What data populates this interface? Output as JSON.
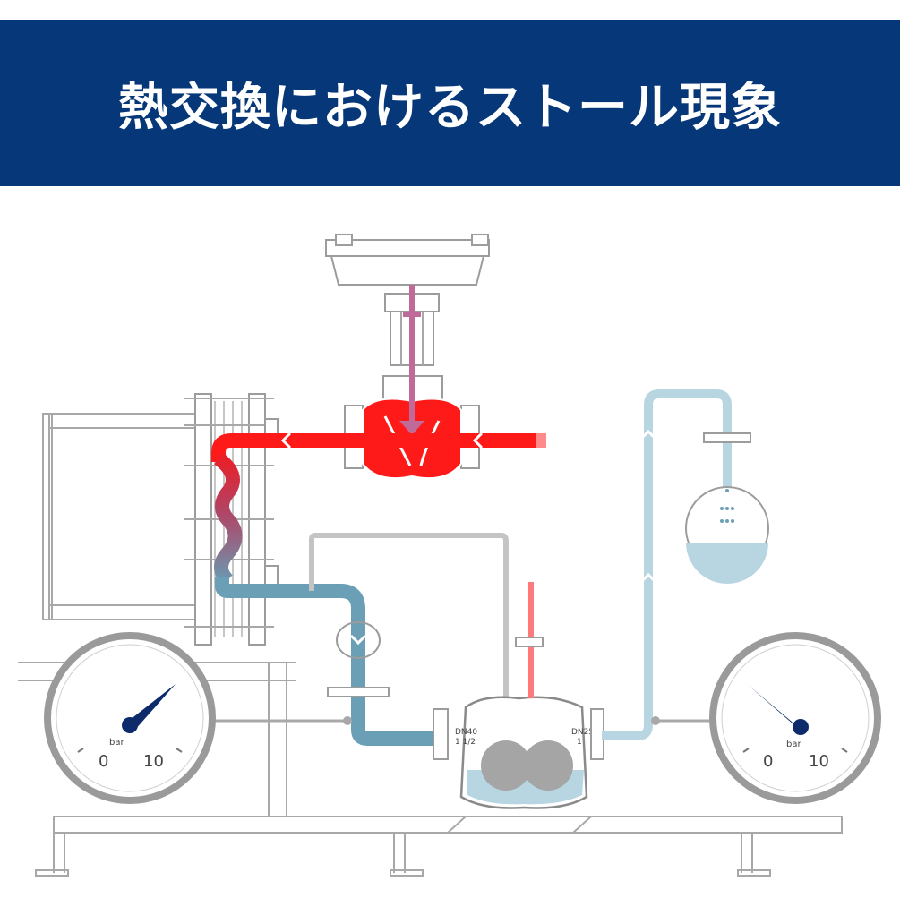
{
  "header": {
    "title": "熱交換におけるストール現象"
  },
  "gauges": {
    "left": {
      "unit": "bar",
      "min_label": "0",
      "max_label": "10"
    },
    "right": {
      "unit": "bar",
      "min_label": "0",
      "max_label": "10"
    }
  },
  "trap_labels": {
    "inlet": {
      "line1": "DN40",
      "line2": "1 1/2"
    },
    "outlet": {
      "line1": "DN25",
      "line2": "1"
    }
  },
  "colors": {
    "banner": "#063778",
    "steam": "#ff1a1a",
    "condensate": "#6a9fb5",
    "light_condensate": "#b7d6e2",
    "gauge_needle": "#0d2a6b"
  }
}
